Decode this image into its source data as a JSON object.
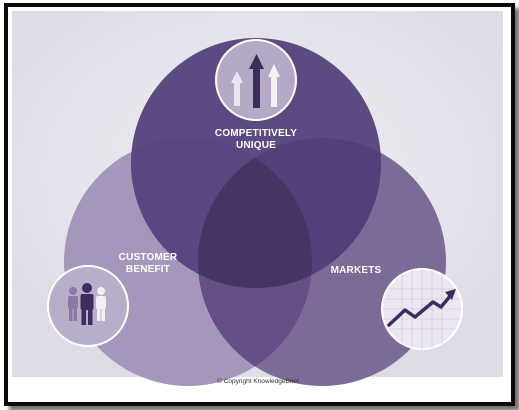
{
  "diagram": {
    "circles": {
      "top": {
        "label_lines": [
          "COMPETITIVELY",
          "UNIQUE"
        ],
        "icon": "growth-arrows-icon"
      },
      "left": {
        "label_lines": [
          "CUSTOMER",
          "BENEFIT"
        ],
        "icon": "people-group-icon"
      },
      "right": {
        "label_lines": [
          "MARKETS"
        ],
        "icon": "trend-chart-icon"
      }
    },
    "colors": {
      "background": "#ebe9ef",
      "top_circle": "#5e4a82",
      "left_circle": "#a597bb",
      "right_circle": "#7c6a97",
      "overlap_center": "#463466"
    }
  },
  "footer": {
    "copyright": "© Copyright KnowledgeBrief"
  }
}
